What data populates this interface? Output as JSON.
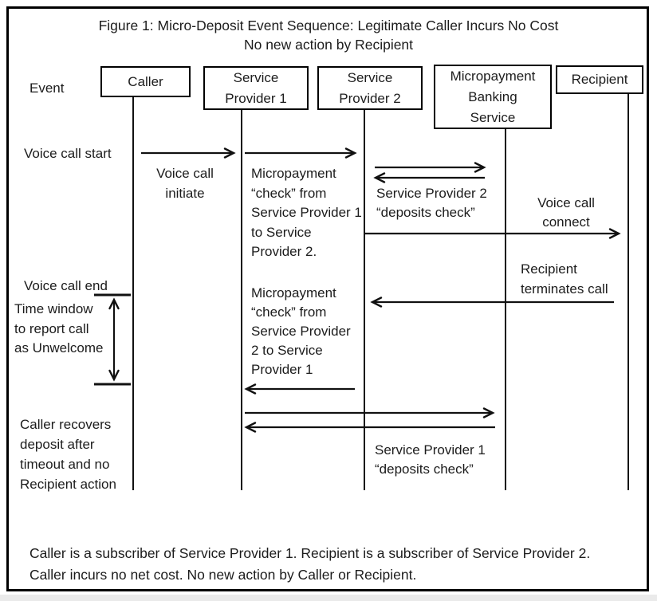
{
  "figure": {
    "title_line1": "Figure 1: Micro-Deposit Event Sequence: Legitimate Caller Incurs No Cost",
    "title_line2": "No new action by Recipient"
  },
  "event_column": {
    "header": "Event",
    "voice_call_start": "Voice call start",
    "voice_call_end": "Voice call end",
    "time_window": "Time window\nto report call\nas Unwelcome",
    "caller_recovers": "Caller recovers\ndeposit after\ntimeout and no\nRecipient action"
  },
  "actors": [
    {
      "label": "Caller"
    },
    {
      "label": "Service\nProvider 1"
    },
    {
      "label": "Service\nProvider 2"
    },
    {
      "label": "Micropayment\nBanking\nService"
    },
    {
      "label": "Recipient"
    }
  ],
  "messages": {
    "voice_call_initiate": "Voice call\ninitiate",
    "micropayment_check_1": "Micropayment\n“check” from\nService Provider 1\nto Service\nProvider 2.",
    "sp2_deposits_check": "Service Provider 2\n“deposits check”",
    "voice_call_connect": "Voice call\nconnect",
    "recipient_terminates": "Recipient\nterminates call",
    "micropayment_check_2": "Micropayment\n“check” from\nService Provider\n2 to Service\nProvider 1",
    "sp1_deposits_check": "Service Provider 1\n“deposits check”"
  },
  "footer": {
    "line1": "Caller is a subscriber of Service Provider 1. Recipient is a subscriber of Service Provider 2.",
    "line2": "Caller incurs no net cost. No new action by Caller or Recipient."
  },
  "colors": {
    "ink": "#1c1c1c",
    "border": "#000000",
    "background": "#ffffff"
  }
}
